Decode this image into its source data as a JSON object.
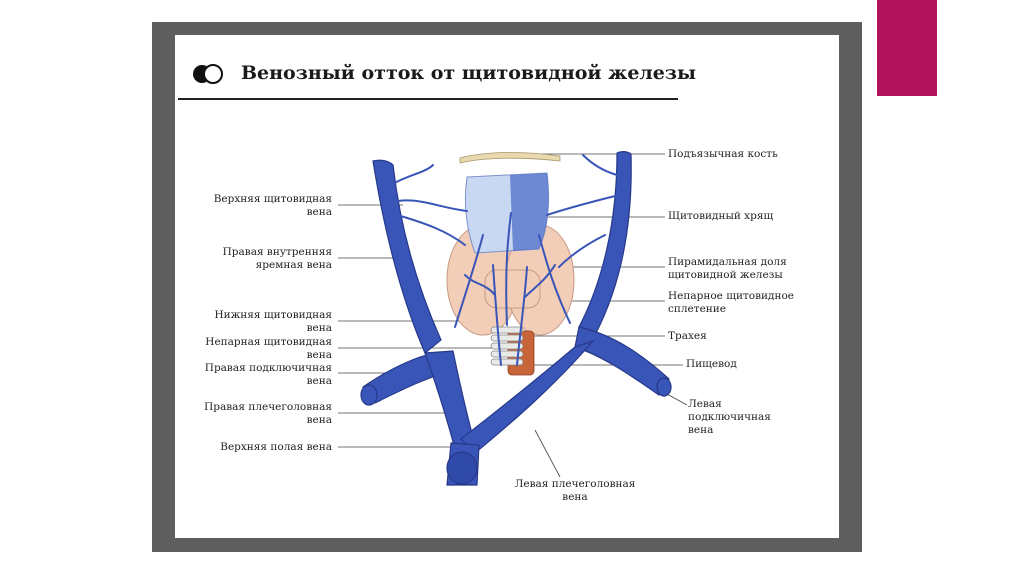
{
  "title": "Венозный отток от щитовидной железы",
  "colors": {
    "accent": "#b0135c",
    "frame": "#5e5e5e",
    "vein": "#3a55b8",
    "vein_dark": "#26398a",
    "gland": "#f2cdb8",
    "cartilage": "#c9d8f2"
  },
  "labels": {
    "superior_thyroid_vein": [
      "Верхняя щитовидная",
      "вена"
    ],
    "right_internal_jugular": [
      "Правая внутренняя",
      "яремная вена"
    ],
    "inferior_thyroid_vein": [
      "Нижняя щитовидная",
      "вена"
    ],
    "unpaired_thyroid_vein": [
      "Непарная щитовидная",
      "вена"
    ],
    "right_subclavian": [
      "Правая подключичная",
      "вена"
    ],
    "right_brachiocephalic": [
      "Правая плечеголовная",
      "вена"
    ],
    "superior_vena_cava": "Верхняя полая вена",
    "hyoid_bone": "Подъязычная кость",
    "thyroid_cartilage": "Щитовидный хрящ",
    "pyramidal_lobe": [
      "Пирамидальная доля",
      "щитовидной железы"
    ],
    "unpaired_plexus": [
      "Непарное щитовидное",
      "сплетение"
    ],
    "trachea": "Трахея",
    "esophagus": "Пищевод",
    "left_subclavian": [
      "Левая",
      "подключичная",
      "вена"
    ],
    "left_brachiocephalic": [
      "Левая плечеголовная",
      "вена"
    ]
  }
}
